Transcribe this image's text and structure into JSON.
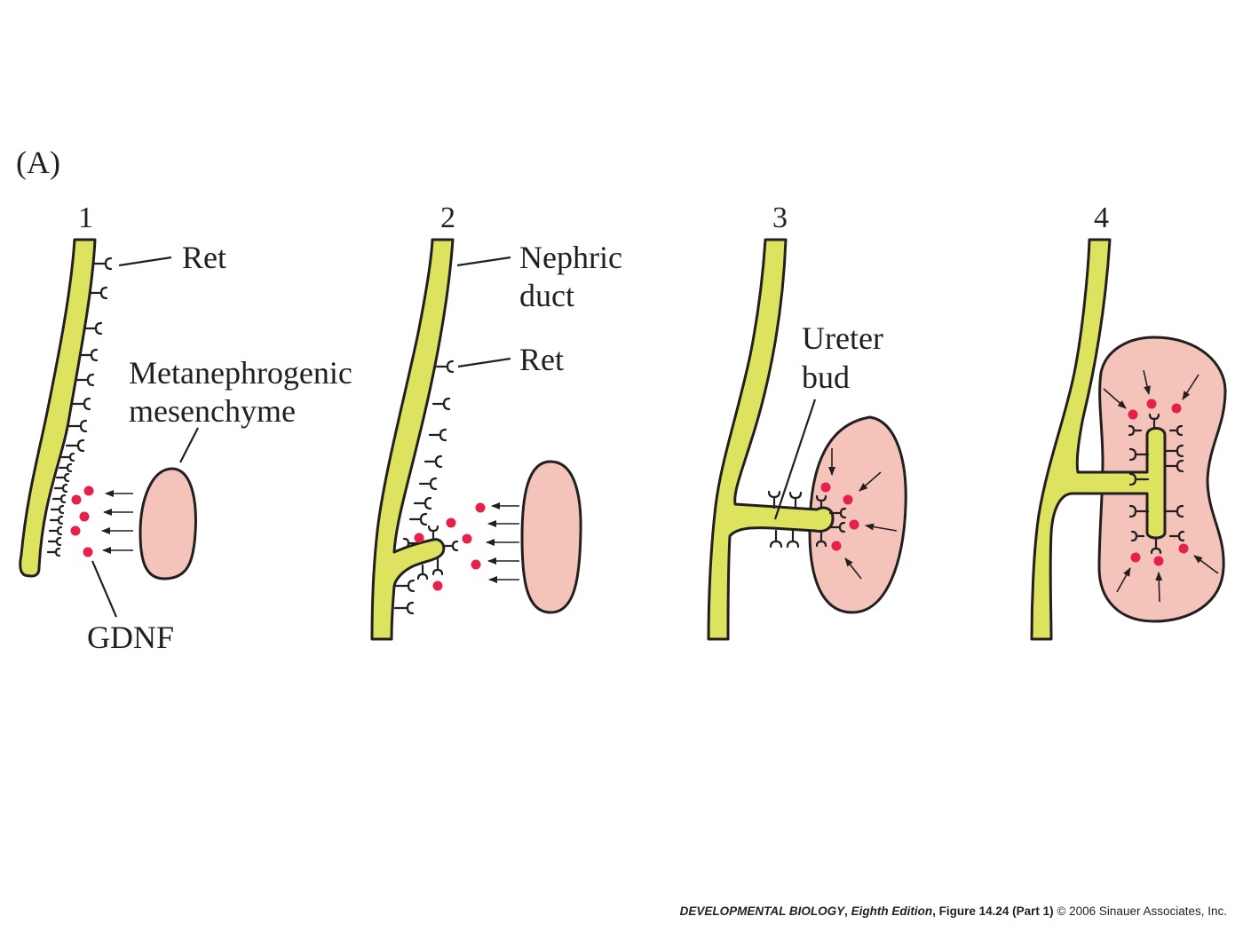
{
  "figure": {
    "part_label": "(A)",
    "panels": [
      {
        "number": "1",
        "labels": {
          "ret": "Ret",
          "mesenchyme_line1": "Metanephrogenic",
          "mesenchyme_line2": "mesenchyme",
          "gdnf": "GDNF"
        }
      },
      {
        "number": "2",
        "labels": {
          "duct_line1": "Nephric",
          "duct_line2": "duct",
          "ret": "Ret"
        }
      },
      {
        "number": "3",
        "labels": {
          "bud_line1": "Ureter",
          "bud_line2": "bud"
        }
      },
      {
        "number": "4",
        "labels": {}
      }
    ],
    "colors": {
      "duct": "#dde25f",
      "mesenchyme": "#f4c3b9",
      "gdnf": "#e5204b",
      "ink": "#231f20"
    }
  },
  "credit": {
    "book": "DEVELOPMENTAL BIOLOGY",
    "edition": "Eighth Edition",
    "figure": "Figure 14.24 (Part 1)",
    "copyright": "© 2006 Sinauer Associates, Inc."
  }
}
